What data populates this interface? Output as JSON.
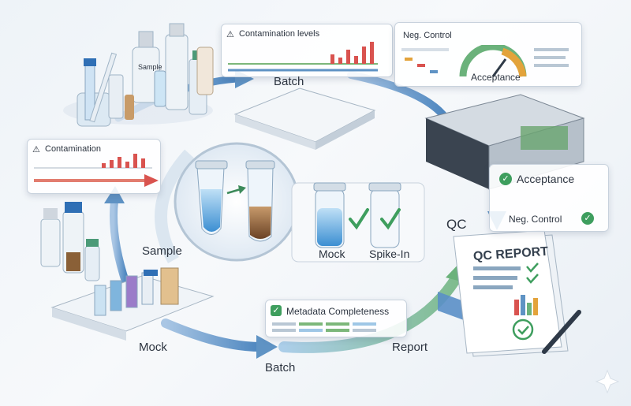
{
  "panels": {
    "contamination_levels": {
      "title": "Contamination levels",
      "icon": "warning-icon"
    },
    "neg_control": {
      "title": "Neg. Control",
      "gauge_label": "Acceptance"
    },
    "contamination": {
      "title": "Contamination",
      "icon": "warning-icon"
    },
    "acceptance": {
      "title": "Acceptance",
      "sub": "Neg. Control"
    },
    "metadata": {
      "title": "Metadata Completeness"
    },
    "qc_report": {
      "title": "QC REPORT"
    }
  },
  "labels": {
    "batch_top": "Batch",
    "qc": "QC",
    "sample": "Sample",
    "mock_left": "Mock",
    "batch_bottom": "Batch",
    "report": "Report",
    "mock_tube": "Mock",
    "spike_in": "Spike-In",
    "sample_bottle": "Sample"
  },
  "colors": {
    "arrow_blue": "#5f93c4",
    "arrow_green": "#7cb77a",
    "bar_red": "#d9534f",
    "check_green": "#3e9e5e"
  }
}
